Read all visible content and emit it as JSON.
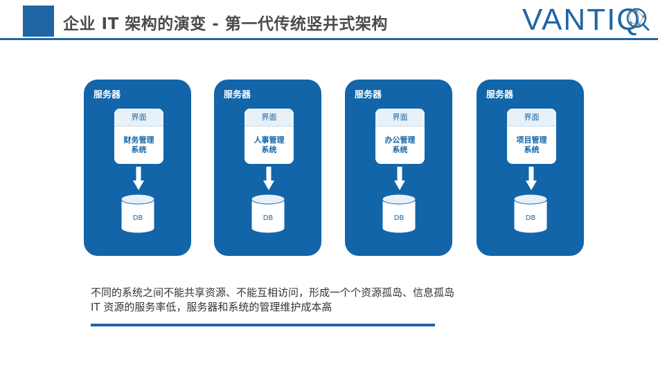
{
  "header": {
    "title": "企业 IT 架构的演变 - 第一代传统竖井式架构",
    "logo_text": "VANTIQ"
  },
  "servers": [
    {
      "label": "服务器",
      "ui_label": "界面",
      "system_line1": "财务管理",
      "system_line2": "系统",
      "db_label": "DB"
    },
    {
      "label": "服务器",
      "ui_label": "界面",
      "system_line1": "人事管理",
      "system_line2": "系统",
      "db_label": "DB"
    },
    {
      "label": "服务器",
      "ui_label": "界面",
      "system_line1": "办公管理",
      "system_line2": "系统",
      "db_label": "DB"
    },
    {
      "label": "服务器",
      "ui_label": "界面",
      "system_line1": "项目管理",
      "system_line2": "系统",
      "db_label": "DB"
    }
  ],
  "description": {
    "line1": "不同的系统之间不能共享资源、不能互相访问，形成一个个资源孤岛、信息孤岛",
    "line2": "IT 资源的服务率低，服务器和系统的管理维护成本高"
  },
  "colors": {
    "accent": "#1f66a5",
    "server_fill": "#1265a8",
    "text": "#333333"
  }
}
